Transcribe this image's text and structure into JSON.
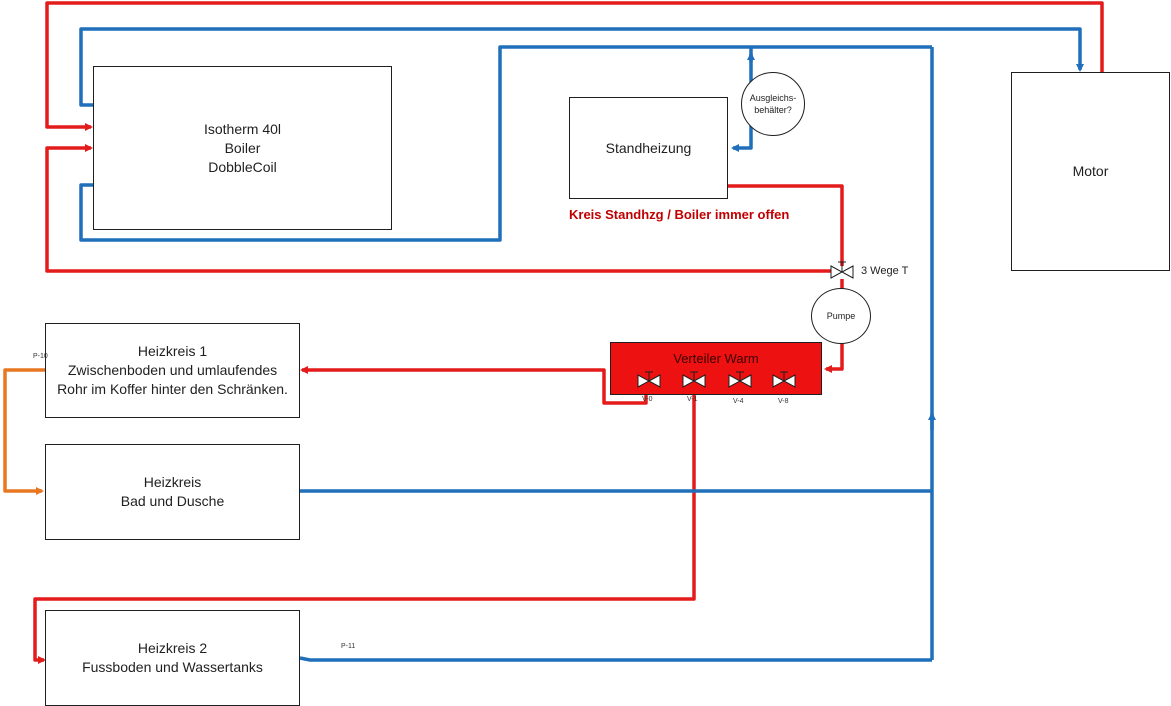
{
  "colors": {
    "hot": "#e31b1b",
    "cold": "#1f6fba",
    "orange": "#e87722",
    "distributor": "#ee1111",
    "note": "#c00000"
  },
  "boxes": {
    "boiler": [
      "Isotherm 40l",
      "Boiler",
      "DobbleCoil"
    ],
    "standheizung": [
      "Standheizung"
    ],
    "motor": [
      "Motor"
    ],
    "heizkreis1": [
      "Heizkreis 1",
      "Zwischenboden und umlaufendes",
      "Rohr im Koffer hinter den Schränken."
    ],
    "bad": [
      "Heizkreis",
      "Bad und Dusche"
    ],
    "heizkreis2": [
      "Heizkreis 2",
      "Fussboden und Wassertanks"
    ]
  },
  "ausgleich": [
    "Ausgleichs-",
    "behälter?"
  ],
  "pumpe": "Pumpe",
  "valve_label": "3 Wege T",
  "note": "Kreis Standhzg / Boiler immer offen",
  "verteiler": {
    "title": "Verteiler Warm",
    "valves": [
      "V-0",
      "V-1",
      "V-4",
      "V-8"
    ]
  },
  "pipe_labels": {
    "p10": "P-10",
    "p11": "P-11"
  }
}
